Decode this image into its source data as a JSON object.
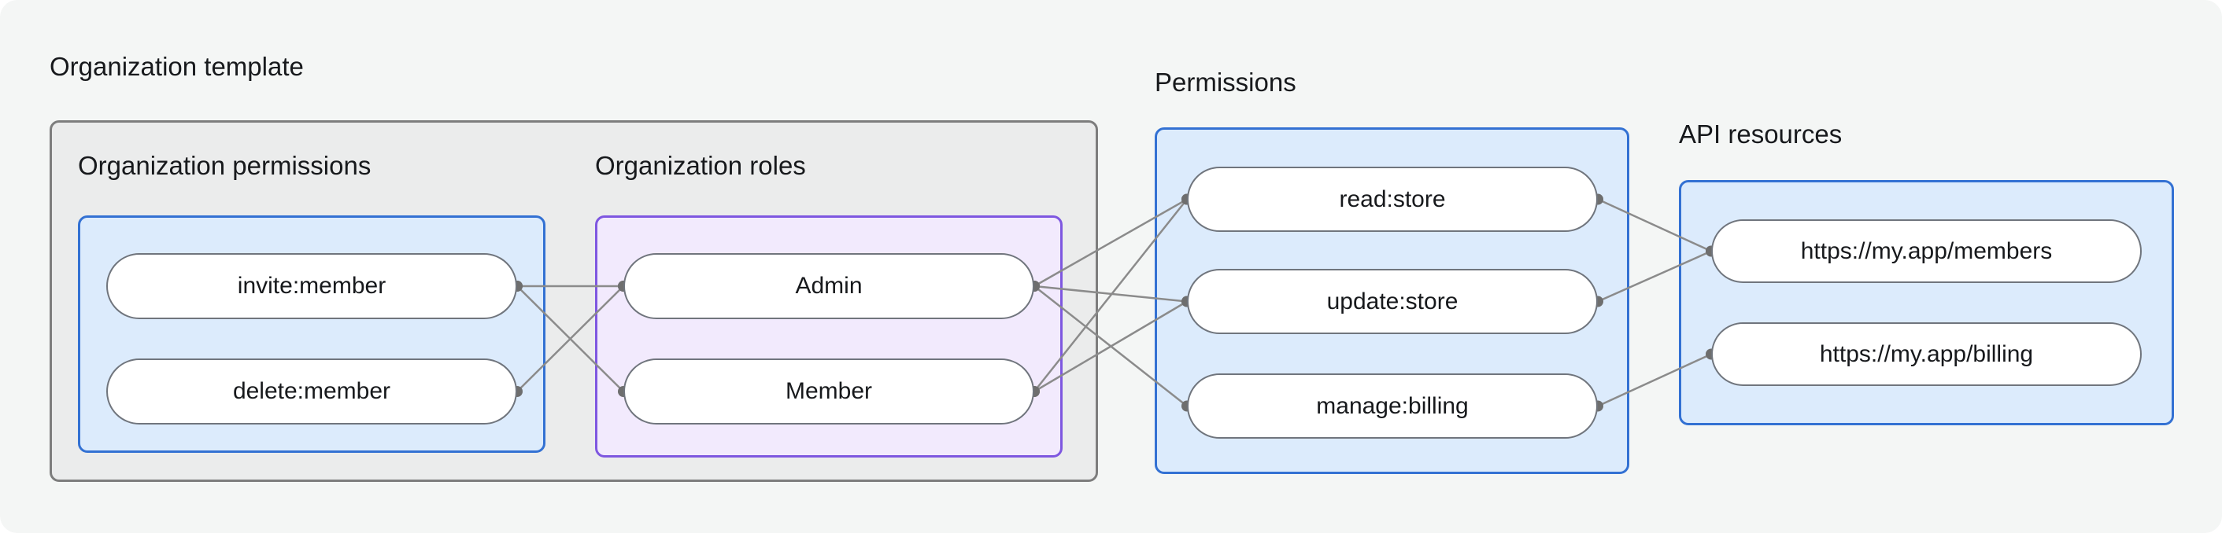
{
  "org_template": {
    "label": "Organization template"
  },
  "org_permissions": {
    "label": "Organization permissions",
    "items": {
      "invite": "invite:member",
      "delete": "delete:member"
    }
  },
  "org_roles": {
    "label": "Organization roles",
    "items": {
      "admin": "Admin",
      "member": "Member"
    }
  },
  "permissions": {
    "label": "Permissions",
    "items": {
      "read": "read:store",
      "update": "update:store",
      "manage": "manage:billing"
    }
  },
  "api_resources": {
    "label": "API resources",
    "items": {
      "members": "https://my.app/members",
      "billing": "https://my.app/billing"
    }
  },
  "edges": [
    {
      "from": "invite",
      "to": "admin"
    },
    {
      "from": "invite",
      "to": "member"
    },
    {
      "from": "delete",
      "to": "admin"
    },
    {
      "from": "admin",
      "to": "read"
    },
    {
      "from": "admin",
      "to": "update"
    },
    {
      "from": "admin",
      "to": "manage"
    },
    {
      "from": "member",
      "to": "read"
    },
    {
      "from": "member",
      "to": "update"
    },
    {
      "from": "read",
      "to": "members"
    },
    {
      "from": "update",
      "to": "members"
    },
    {
      "from": "manage",
      "to": "billing"
    }
  ],
  "colors": {
    "page_bg": "#f4f6f5",
    "gray_fill": "#ebecec",
    "gray_border": "#7d7d7d",
    "blue_fill": "#dcebfc",
    "blue_border": "#3371d3",
    "purple_fill": "#f2eafd",
    "purple_border": "#7e57e0",
    "line": "#8b8b8b",
    "dot": "#6e6e6e"
  }
}
